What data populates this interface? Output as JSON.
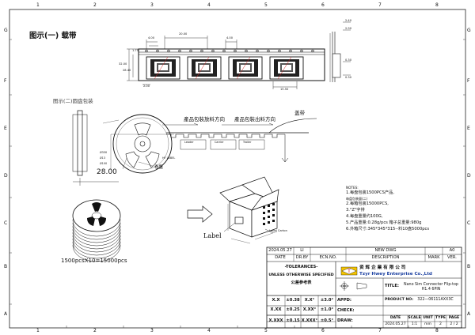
{
  "titles": {
    "fig1": "图示(一) 载带",
    "fig2": "图示(二)圆盘包装",
    "flow1": "產品包裝放料方向",
    "flow2": "產品包裝出料方向",
    "cover_tape": "盖带",
    "reel_label": "卷盤",
    "hf_label": "HF LABEL",
    "label": "Label",
    "qty_total": "1500pcsX10=15000pcs",
    "carton_label": "Label Carton",
    "reel_dim": "28.00"
  },
  "tape_dims": [
    "20.00",
    "4.00",
    "4.00",
    "2.00",
    "32.00",
    "28.40",
    "1.75",
    "2.40",
    "2.90",
    "0.30",
    "15.50",
    "0.30"
  ],
  "reel_dims": [
    "Ø330",
    "Ø13",
    "Ø100"
  ],
  "tape_markers": [
    "Leader",
    "Carrier",
    "Trailer"
  ],
  "notes": {
    "header": "NOTES:",
    "lines": [
      "1.每盘包装1500PCS产品,",
      "   每盘包装量(二)",
      "2.每箱包装15000PCS,",
      "3.\"Z\"字排",
      "4.每盘重量约100G,",
      "5.产品重量:0.28g/pcs     箱子总重量:980g",
      "6.外箱尺寸:345*345*315--料10盘5000pcs"
    ]
  },
  "grid_letters": [
    "G",
    "F",
    "E",
    "D",
    "C",
    "B",
    "A"
  ],
  "grid_numbers": [
    "1",
    "2",
    "3",
    "4",
    "5",
    "6",
    "7",
    "8"
  ],
  "title_block": {
    "rev": {
      "date": "2024.05.27",
      "dr": "LI",
      "desc": "NEW DWG",
      "rev": "A0"
    },
    "headers": {
      "date": "DATE",
      "drby": "DR.BY",
      "ecn": "ECN.NO.",
      "desc": "DESCRIPTION",
      "mark": "MARK",
      "ver": "VER."
    },
    "tolerances": "-TOLERANCES-",
    "unless": "UNLESS OTHERWISE SPECIFIED",
    "ref_note": "公差參考表",
    "company_cn": "资 辉 企 業 有 限 公 司",
    "company_en": "Tzyr Hwey Enterprise Co.,Ltd",
    "title_label": "TITLE:",
    "title_value": "Nano Sim Connector Flip-top H1.4 6PIN",
    "appd": "APPD:",
    "check": "CHECK:",
    "draw": "DRAW:",
    "product_no_label": "PRODUCT NO:",
    "product_no": "322—06111AXX3C",
    "tol_rows": [
      {
        "a": "X.X",
        "b": "±0.38",
        "c": "X.X°",
        "d": "±3.0°"
      },
      {
        "a": "X.XX",
        "b": "±0.25",
        "c": "X.XX°",
        "d": "±1.0°"
      },
      {
        "a": "X.XXX",
        "b": "±0.15",
        "c": "X.XXX°",
        "d": "±0.5°"
      }
    ],
    "bottom_headers": [
      "DATE",
      "SCALE",
      "UNIT",
      "TYPE",
      "PAGE"
    ],
    "bottom_values": [
      "2024.05.27",
      "1:1",
      "mm",
      "2",
      "2 / 2"
    ]
  }
}
